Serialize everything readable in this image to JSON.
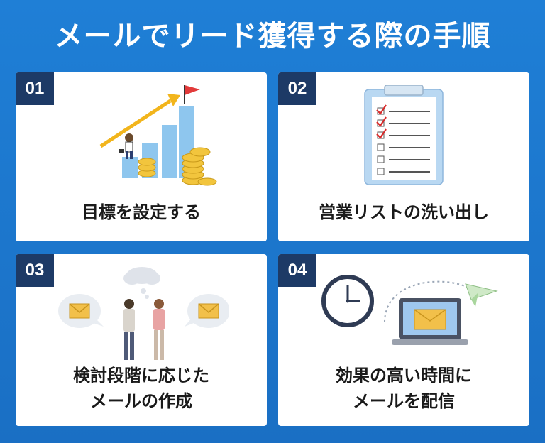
{
  "title": "メールでリード獲得する際の手順",
  "steps": [
    {
      "num": "01",
      "label": "目標を設定する"
    },
    {
      "num": "02",
      "label": "営業リストの洗い出し"
    },
    {
      "num": "03",
      "label_line1": "検討段階に応じた",
      "label_line2": "メールの作成"
    },
    {
      "num": "04",
      "label_line1": "効果の高い時間に",
      "label_line2": "メールを配信"
    }
  ]
}
